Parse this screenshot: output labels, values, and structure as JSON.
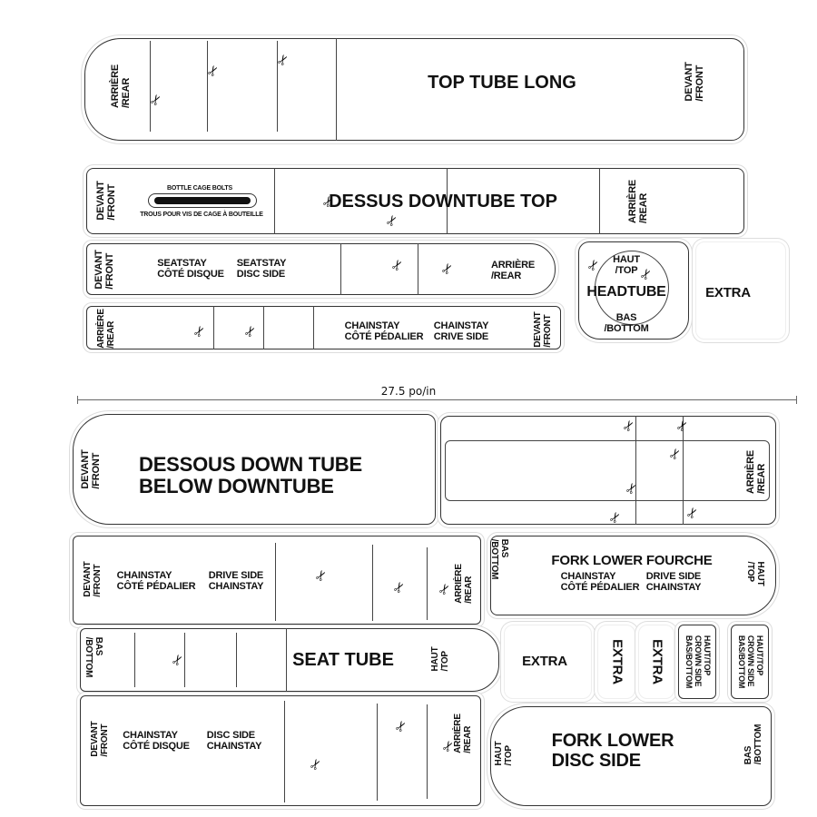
{
  "top_tube": {
    "rear": "ARRIÈRE\n/REAR",
    "title": "TOP TUBE LONG",
    "front": "DEVANT\n/FRONT"
  },
  "downtube_top": {
    "front": "DEVANT\n/FRONT",
    "bolts_en": "BOTTLE CAGE BOLTS",
    "bolts_fr": "TROUS POUR VIS DE CAGE À BOUTEILLE",
    "title": "DESSUS DOWNTUBE TOP",
    "rear": "ARRIÈRE\n/REAR"
  },
  "seatstay": {
    "front": "DEVANT\n/FRONT",
    "fr": "SEATSTAY\nCÔTÉ DISQUE",
    "en": "SEATSTAY\nDISC SIDE",
    "rear": "ARRIÈRE\n/REAR"
  },
  "headtube": {
    "top": "HAUT\n/TOP",
    "title": "HEADTUBE",
    "bottom": "BAS\n/BOTTOM"
  },
  "extra_top": "EXTRA",
  "chainstay_small": {
    "rear": "ARRIÈRE\n/REAR",
    "fr": "CHAINSTAY\nCÔTÉ PÉDALIER",
    "en": "CHAINSTAY\nCRIVE SIDE",
    "front": "DEVANT\n/FRONT"
  },
  "measure": "27.5 po/in",
  "below_downtube": {
    "front": "DEVANT\n/FRONT",
    "title": "DESSOUS DOWN TUBE\nBELOW DOWNTUBE",
    "rear": "ARRIÈRE\n/REAR"
  },
  "chainstay_drive": {
    "front": "DEVANT\n/FRONT",
    "fr": "CHAINSTAY\nCÔTÉ PÉDALIER",
    "en": "DRIVE SIDE\nCHAINSTAY",
    "rear": "ARRIÈRE\n/REAR"
  },
  "fork_lower_fourche": {
    "bottom": "BAS\n/BOTTOM",
    "title": "FORK LOWER FOURCHE",
    "fr": "CHAINSTAY\nCÔTÉ PÉDALIER",
    "en": "DRIVE SIDE\nCHAINSTAY",
    "top": "HAUT\n/TOP"
  },
  "seat_tube": {
    "bottom": "BAS\n/BOTTOM",
    "title": "SEAT TUBE",
    "top": "HAUT\n/TOP"
  },
  "extras": [
    "EXTRA",
    "EXTRA",
    "EXTRA"
  ],
  "crown": [
    "HAUT/TOP\nCROWN SIDE\nBAS/BOTTOM",
    "HAUT/TOP\nCROWN SIDE\nBAS/BOTTOM"
  ],
  "chainstay_disc": {
    "front": "DEVANT\n/FRONT",
    "fr": "CHAINSTAY\nCÔTÉ DISQUE",
    "en": "DISC SIDE\nCHAINSTAY",
    "rear": "ARRIÈRE\n/REAR"
  },
  "fork_lower_disc": {
    "top": "HAUT\n/TOP",
    "title": "FORK LOWER\nDISC SIDE",
    "bottom": "BAS\n/BOTTOM"
  },
  "scissors": "✂"
}
